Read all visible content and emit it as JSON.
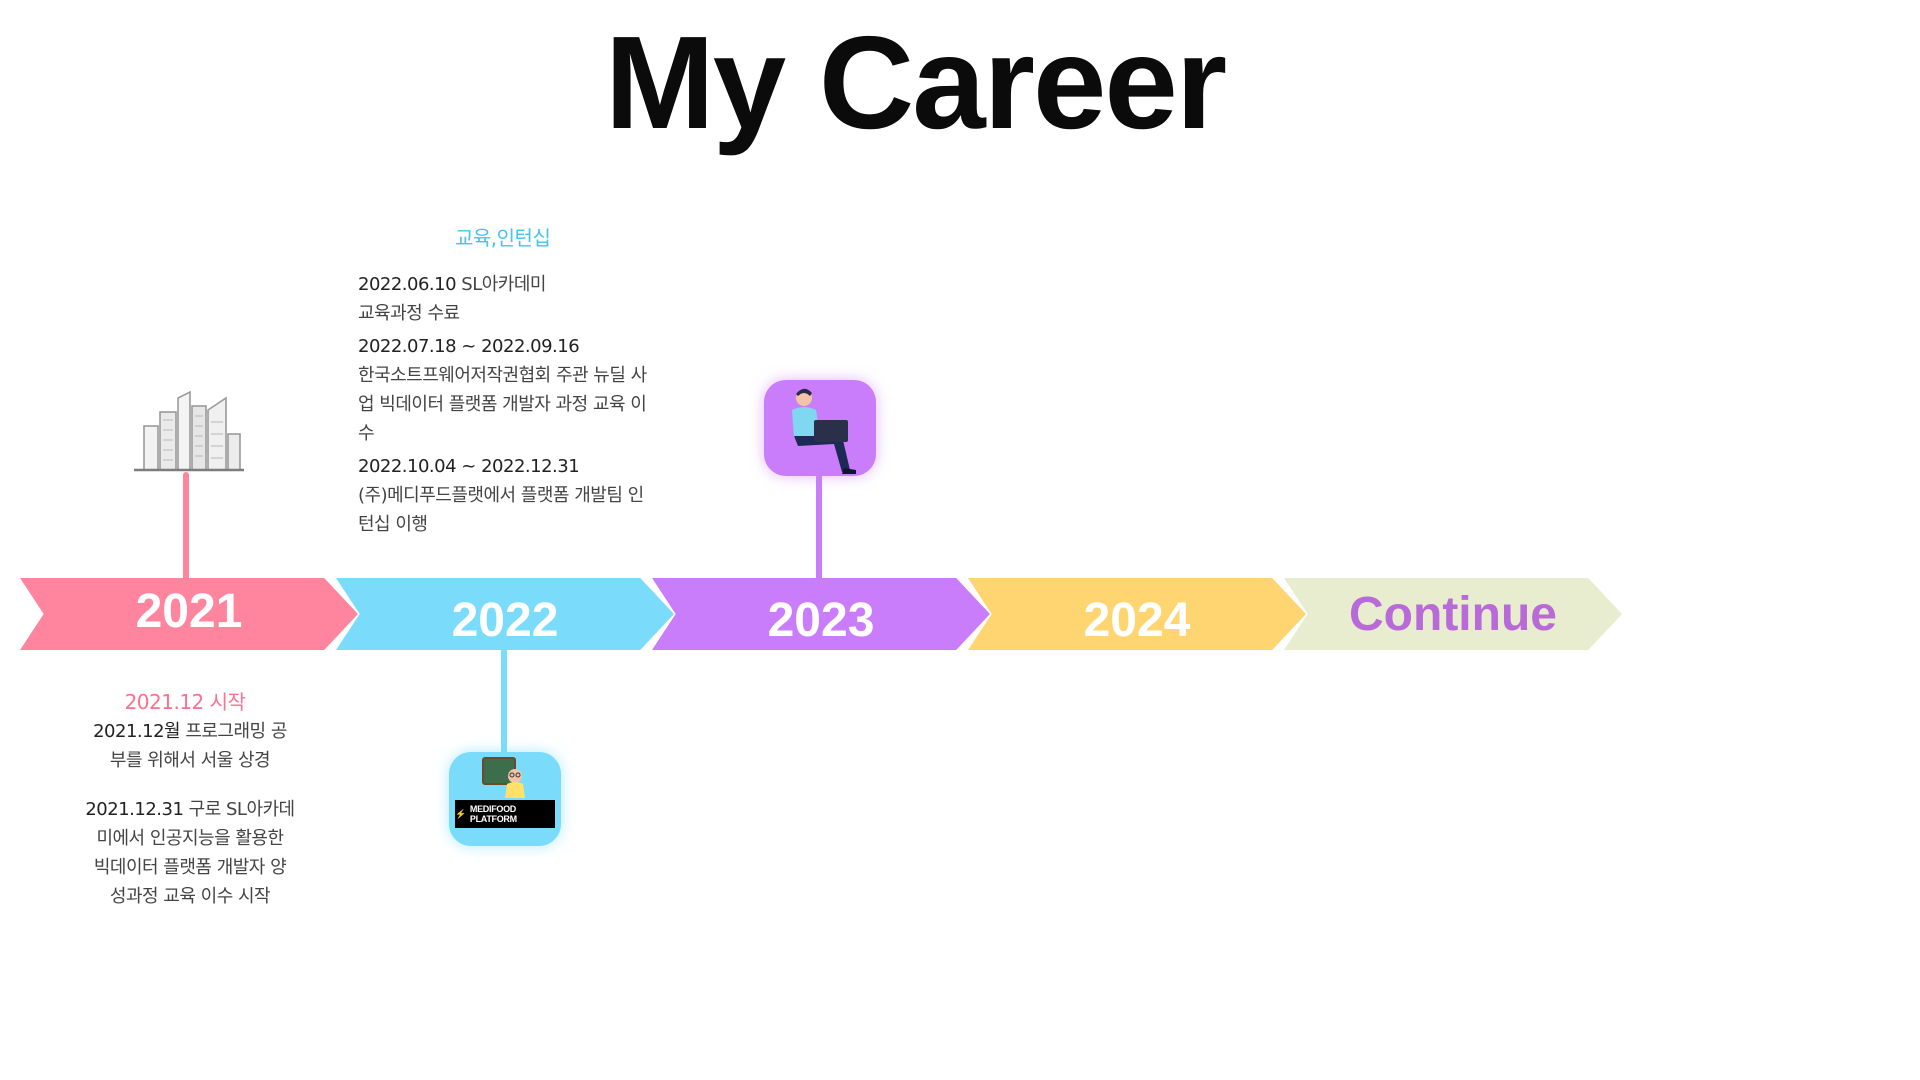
{
  "title": "My Career",
  "colors": {
    "y2021": "#ff859e",
    "y2022": "#7adcfa",
    "y2023": "#c97dfa",
    "y2024": "#ffd571",
    "continue_bg": "#e7edce",
    "continue_text": "#b86bd8"
  },
  "timeline": {
    "y2021": "2021",
    "y2022": "2022",
    "y2023": "2023",
    "y2024": "2024",
    "continue": "Continue"
  },
  "icons": {
    "y2021": "city-buildings-icon",
    "y2022": "teacher-chalkboard-icon",
    "y2023": "person-laptop-icon"
  },
  "y2021": {
    "heading": "2021.12 시작",
    "entry1": {
      "date": "2021.12월",
      "line1": " 프로그래밍 공",
      "line2": "부를 위해서 서울 상경"
    },
    "entry2": {
      "date": "2021.12.31",
      "line1": " 구로 SL아카데",
      "line2": "미에서 인공지능을 활용한",
      "line3": "빅데이터 플랫폼 개발자 양",
      "line4": "성과정 교육 이수 시작"
    }
  },
  "y2022": {
    "heading": "교육,인턴십",
    "entry1": {
      "date": "2022.06.10",
      "line1": " SL아카데미",
      "line2": "교육과정 수료"
    },
    "entry2": {
      "date": "2022.07.18 ~ 2022.09.16",
      "line1": "한국소트프웨어저작권협회 주관 뉴딜 사",
      "line2": "업 빅데이터 플랫폼 개발자 과정 교육 이",
      "line3": "수"
    },
    "entry3": {
      "date": "2022.10.04 ~ 2022.12.31",
      "line1": "(주)메디푸드플랫에서 플랫폼 개발팀 인",
      "line2": "턴십 이행"
    },
    "logo_text": "MEDIFOOD PLATFORM"
  }
}
